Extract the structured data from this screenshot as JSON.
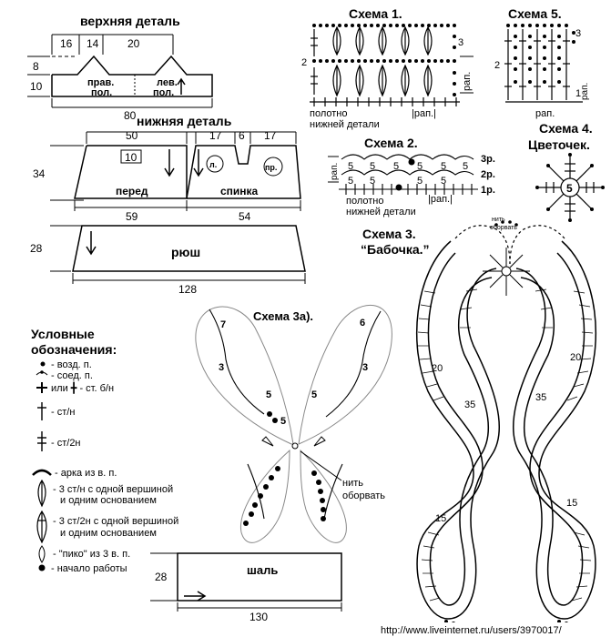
{
  "top_panel": {
    "title": "верхняя деталь",
    "dim_16": "16",
    "dim_14": "14",
    "dim_20": "20",
    "dim_8": "8",
    "dim_10": "10",
    "dim_80": "80",
    "right_shelf": "прав.",
    "right_shelf2": "пол.",
    "left_shelf": "лев.",
    "left_shelf2": "пол."
  },
  "bottom_panel": {
    "title": "нижняя деталь",
    "dim_50": "50",
    "dim_17a": "17",
    "dim_6": "6",
    "dim_17b": "17",
    "dim_10": "10",
    "dim_34": "34",
    "front": "перед",
    "back": "спинка",
    "mark_left": "л.",
    "mark_right": "пр.",
    "dim_59": "59",
    "dim_54": "54"
  },
  "ruffle": {
    "label": "рюш",
    "dim_28": "28",
    "dim_128": "128"
  },
  "shawl": {
    "label": "шаль",
    "dim_28": "28",
    "dim_130": "130"
  },
  "scheme1": {
    "title": "Схема 1.",
    "row_2": "2",
    "row_3": "3",
    "rap": "рап.",
    "rap_bottom": "|рап.|",
    "base_1": "полотно",
    "base_2": "нижней детали"
  },
  "scheme2": {
    "title": "Схема 2.",
    "r1": "1р.",
    "r2": "2р.",
    "r3": "3р.",
    "n5": "5",
    "rap": "рап.",
    "rap_bottom": "|рап.|",
    "base_1": "полотно",
    "base_2": "нижней детали"
  },
  "scheme3": {
    "title": "Схема 3.",
    "subtitle": "“Бабочка.”",
    "cut": "нить\nоборвать",
    "n20": "20",
    "n35": "35",
    "n15": "15"
  },
  "scheme3a": {
    "title": "Схема 3а).",
    "cut1": "нить",
    "cut2": "оборвать",
    "n7": "7",
    "n6": "6",
    "n3": "3",
    "n5": "5"
  },
  "scheme4": {
    "title1": "Схема 4.",
    "title2": "Цветочек.",
    "center": "5"
  },
  "scheme5": {
    "title": "Схема 5.",
    "r1": "1",
    "r2": "2",
    "r3": "3",
    "rap": "рап."
  },
  "legend": {
    "title1": "Условные",
    "title2": "обозначения:",
    "items": [
      "- возд. п.",
      "- соед. п.",
      "или ╋ - ст. б/н",
      "- ст/н",
      "- ст/2н",
      "- арка из в. п.",
      "- 3 ст/н с одной вершиной",
      "и одним основанием",
      "- 3 ст/2н с одной вершиной",
      "и одним основанием",
      "- \"пико\" из 3 в. п.",
      "- начало работы"
    ]
  },
  "watermark": "http://www.liveinternet.ru/users/3970017/"
}
